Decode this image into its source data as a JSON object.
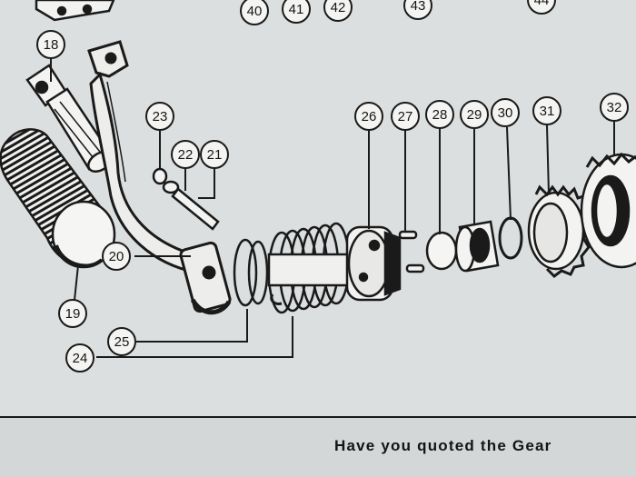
{
  "diagram": {
    "callouts": [
      {
        "id": "c18",
        "number": "18"
      },
      {
        "id": "c19",
        "number": "19"
      },
      {
        "id": "c20",
        "number": "20"
      },
      {
        "id": "c21",
        "number": "21"
      },
      {
        "id": "c22",
        "number": "22"
      },
      {
        "id": "c23",
        "number": "23"
      },
      {
        "id": "c24",
        "number": "24"
      },
      {
        "id": "c25",
        "number": "25"
      },
      {
        "id": "c26",
        "number": "26"
      },
      {
        "id": "c27",
        "number": "27"
      },
      {
        "id": "c28",
        "number": "28"
      },
      {
        "id": "c29",
        "number": "29"
      },
      {
        "id": "c30",
        "number": "30"
      },
      {
        "id": "c31",
        "number": "31"
      },
      {
        "id": "c32",
        "number": "32"
      },
      {
        "id": "c40",
        "number": "40"
      },
      {
        "id": "c41",
        "number": "41"
      },
      {
        "id": "c42",
        "number": "42"
      },
      {
        "id": "c43",
        "number": "43"
      },
      {
        "id": "c44",
        "number": "44"
      }
    ]
  },
  "footer": {
    "text": "Have you quoted the Gear"
  },
  "colors": {
    "paper": "#d9dcdc",
    "ink": "#161616"
  }
}
